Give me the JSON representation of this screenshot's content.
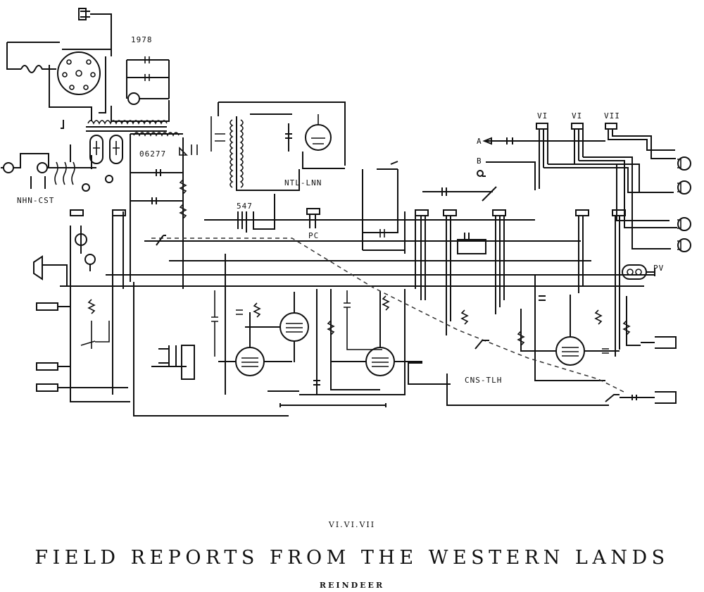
{
  "schematic": {
    "labels": {
      "year": "1978",
      "transformer": "06277",
      "amp_module": "NTL-LNN",
      "input_jack": "NHN-CST",
      "node_547": "547",
      "pc": "PC",
      "filter_module": "CNS-TLH",
      "pv": "PV",
      "terminal_a": "A",
      "terminal_b": "B",
      "ch_vi_1": "VI",
      "ch_vi_2": "VI",
      "ch_vii": "VII"
    }
  },
  "footer": {
    "volume": "VI.VI.VII",
    "title": "FIELD REPORTS FROM THE WESTERN LANDS",
    "artist": "REINDEER"
  }
}
